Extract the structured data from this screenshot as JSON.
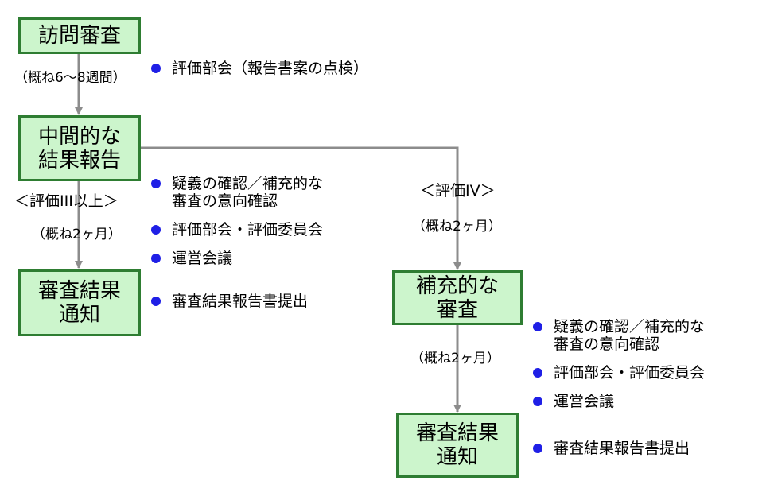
{
  "colors": {
    "box_fill": "#ccf5cc",
    "box_border": "#2e7d32",
    "connector": "#8c8c8c",
    "bullet": "#1f1fe6"
  },
  "boxes": {
    "visit_review": "訪問審査",
    "interim_report": "中間的な\n結果報告",
    "result_notice_left": "審査結果\n通知",
    "supplementary_review": "補充的な\n審査",
    "result_notice_right": "審査結果\n通知"
  },
  "labels": {
    "weeks_6_8": "（概ね6～8週間）",
    "rating_3_up": "＜評価III以上＞",
    "months_2_left": "（概ね2ヶ月）",
    "rating_4": "＜評価IV＞",
    "months_2_right_upper": "（概ね2ヶ月）",
    "months_2_right_lower": "（概ね2ヶ月）"
  },
  "bullets": {
    "visit": [
      "評価部会（報告書案の点検）"
    ],
    "left_process": [
      "疑義の確認／補充的な\n審査の意向確認",
      "評価部会・評価委員会",
      "運営会議"
    ],
    "left_result": [
      "審査結果報告書提出"
    ],
    "right_process": [
      "疑義の確認／補充的な\n審査の意向確認",
      "評価部会・評価委員会",
      "運営会議"
    ],
    "right_result": [
      "審査結果報告書提出"
    ]
  }
}
